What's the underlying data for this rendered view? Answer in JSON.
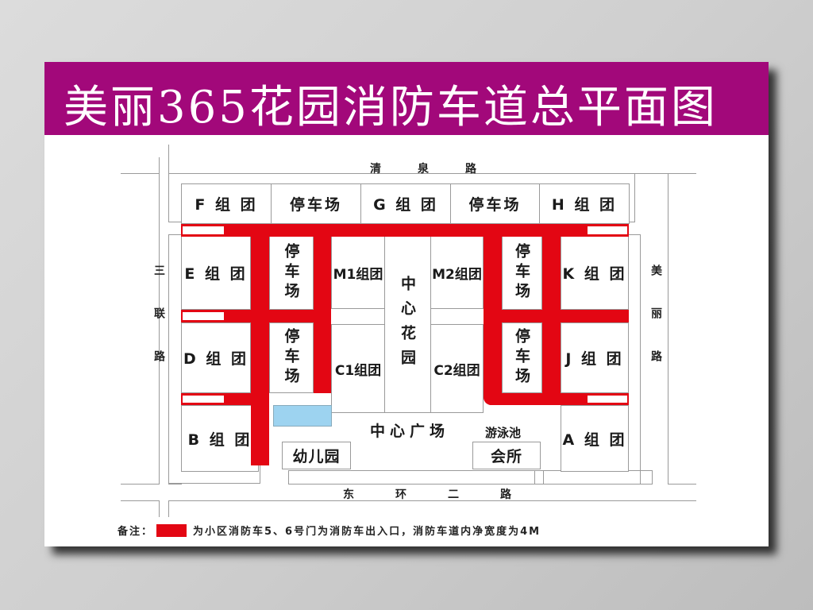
{
  "title": "美丽365花园消防车道总平面图",
  "colors": {
    "banner": "#a2087a",
    "fire_lane": "#e30613",
    "pool": "#9dd3f0"
  },
  "roads": {
    "north": "清泉路",
    "south": "东环二路",
    "west": "三联路",
    "east": "美丽路"
  },
  "blocks": {
    "F": "F 组 团",
    "G": "G 组 团",
    "H": "H 组 团",
    "E": "E 组 团",
    "D": "D 组 团",
    "B": "B 组 团",
    "K": "K 组 团",
    "J": "J 组 团",
    "A": "A 组 团",
    "M1": "M1组团",
    "M2": "M2组团",
    "C1": "C1组团",
    "C2": "C2组团"
  },
  "parking": {
    "top_left": "停车场",
    "top_right": "停车场",
    "left_upper": "停车场",
    "left_lower": "停车场",
    "right_upper": "停车场",
    "right_lower": "停车场"
  },
  "facilities": {
    "center_garden": "中心花园",
    "center_plaza": "中心广场",
    "kindergarten": "幼儿园",
    "pool": "游泳池",
    "clubhouse": "会所"
  },
  "legend": {
    "prefix": "备注：",
    "text": "为小区消防车5、6号门为消防车出入口，消防车道内净宽度为4M"
  }
}
